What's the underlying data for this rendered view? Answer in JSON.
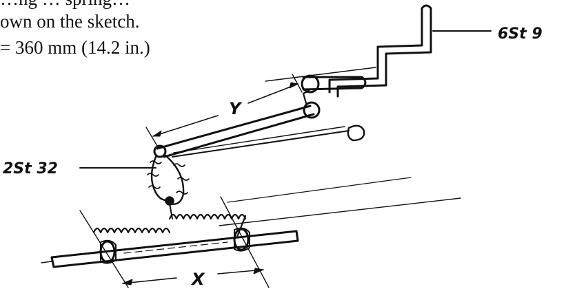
{
  "text": {
    "line1": "…ng … spring…",
    "line2": "own on the sketch.",
    "line3": "= 360 mm (14.2 in.)"
  },
  "labels": {
    "part_top": "6St 9",
    "part_left": "2St 32",
    "dim_y": "Y",
    "dim_x": "X"
  }
}
